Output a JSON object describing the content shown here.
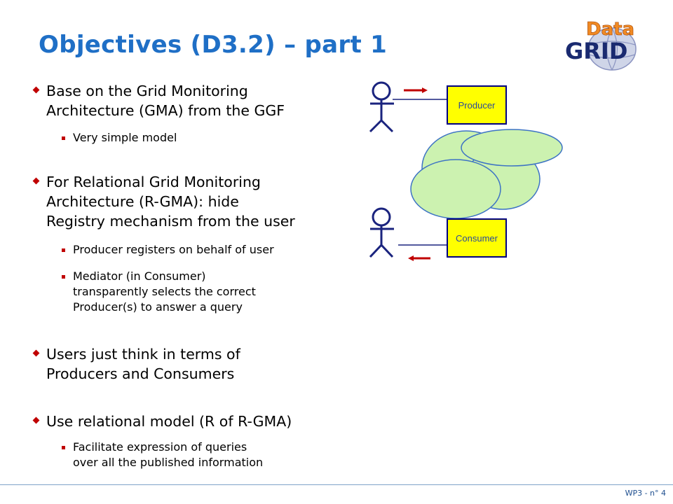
{
  "slide": {
    "title": "Objectives (D3.2) – part 1",
    "footer": "WP3 - n° 4"
  },
  "bullets": [
    {
      "lines": [
        "Base on the Grid Monitoring",
        "Architecture (GMA) from the GGF"
      ],
      "sub": [
        {
          "lines": [
            "Very simple model"
          ]
        }
      ]
    },
    {
      "lines": [
        "For Relational Grid Monitoring",
        "Architecture (R-GMA): hide",
        "Registry mechanism from the user"
      ],
      "sub": [
        {
          "lines": [
            "Producer registers on behalf of user"
          ]
        },
        {
          "lines": [
            "Mediator (in Consumer)",
            "transparently selects the correct",
            "Producer(s) to answer a query"
          ]
        }
      ]
    },
    {
      "lines": [
        "Users just think in terms of",
        "Producers and Consumers"
      ],
      "sub": []
    },
    {
      "lines": [
        "Use relational model (R of R-GMA)"
      ],
      "sub": [
        {
          "lines": [
            "Facilitate expression of queries",
            "over all the published information"
          ]
        }
      ]
    }
  ],
  "diagram": {
    "producer_label": "Producer",
    "consumer_label": "Consumer"
  },
  "logo": {
    "top_word": "Data",
    "bottom_word": "GRID"
  },
  "colors": {
    "title": "#1f6fc6",
    "bullet": "#c00000",
    "box_fill": "#ffff00",
    "box_border": "#000080",
    "cloud_fill": "#ccf2b0",
    "arrow": "#c00000"
  }
}
